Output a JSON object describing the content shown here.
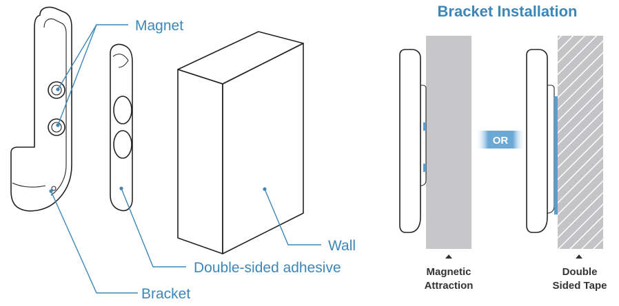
{
  "callouts": {
    "magnet": "Magnet",
    "wall": "Wall",
    "adhesive": "Double-sided adhesive",
    "bracket": "Bracket"
  },
  "installation": {
    "title": "Bracket Installation",
    "or_label": "OR",
    "method_magnetic_line1": "Magnetic",
    "method_magnetic_line2": "Attraction",
    "method_tape_line1": "Double",
    "method_tape_line2": "Sided Tape"
  },
  "colors": {
    "accent": "#3d86b8",
    "wall_gray": "#c7c7c9",
    "tape_blue": "#5b9fd0",
    "text_dark": "#333333"
  }
}
